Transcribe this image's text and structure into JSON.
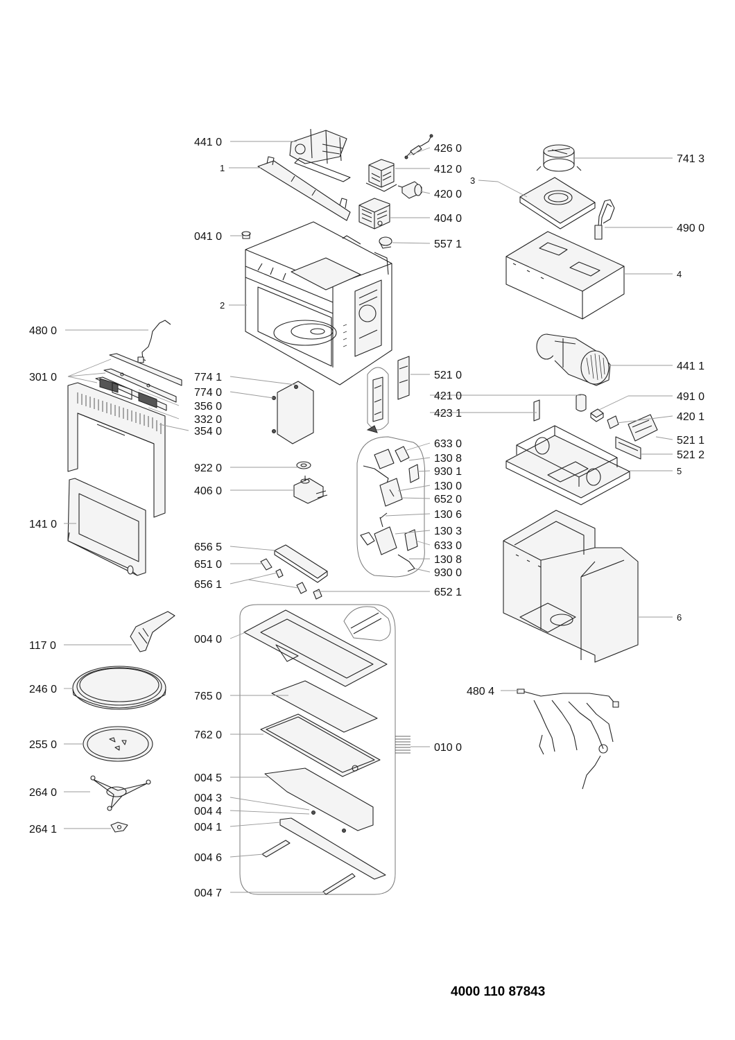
{
  "document_reference": "4000 110 87843",
  "leaders_side": {
    "left": "left",
    "right": "right"
  },
  "callouts": [
    {
      "id": "441-0",
      "text": "441 0",
      "side": "left"
    },
    {
      "id": "1",
      "text": "1",
      "side": "left",
      "small": true
    },
    {
      "id": "426-0",
      "text": "426 0",
      "side": "right"
    },
    {
      "id": "412-0",
      "text": "412 0",
      "side": "right"
    },
    {
      "id": "420-0",
      "text": "420 0",
      "side": "right"
    },
    {
      "id": "404-0",
      "text": "404 0",
      "side": "right"
    },
    {
      "id": "041-0",
      "text": "041 0",
      "side": "left"
    },
    {
      "id": "557-1",
      "text": "557 1",
      "side": "right"
    },
    {
      "id": "2",
      "text": "2",
      "side": "left",
      "small": true
    },
    {
      "id": "741-3",
      "text": "741 3",
      "side": "right"
    },
    {
      "id": "3",
      "text": "3",
      "side": "left",
      "small": true
    },
    {
      "id": "490-0",
      "text": "490 0",
      "side": "right"
    },
    {
      "id": "4",
      "text": "4",
      "side": "right",
      "small": true
    },
    {
      "id": "480-0",
      "text": "480 0",
      "side": "left"
    },
    {
      "id": "301-0",
      "text": "301 0",
      "side": "left"
    },
    {
      "id": "774-1",
      "text": "774 1",
      "side": "left"
    },
    {
      "id": "774-0",
      "text": "774 0",
      "side": "left"
    },
    {
      "id": "356-0",
      "text": "356 0",
      "side": "right"
    },
    {
      "id": "332-0",
      "text": "332 0",
      "side": "right"
    },
    {
      "id": "354-0",
      "text": "354 0",
      "side": "right"
    },
    {
      "id": "521-0",
      "text": "521 0",
      "side": "right"
    },
    {
      "id": "441-1",
      "text": "441 1",
      "side": "right"
    },
    {
      "id": "421-0",
      "text": "421 0",
      "side": "right"
    },
    {
      "id": "491-0",
      "text": "491 0",
      "side": "right"
    },
    {
      "id": "423-1",
      "text": "423 1",
      "side": "right"
    },
    {
      "id": "420-1",
      "text": "420 1",
      "side": "right"
    },
    {
      "id": "521-1",
      "text": "521 1",
      "side": "right"
    },
    {
      "id": "521-2",
      "text": "521 2",
      "side": "right"
    },
    {
      "id": "5",
      "text": "5",
      "side": "right",
      "small": true
    },
    {
      "id": "633-0a",
      "text": "633 0",
      "side": "right"
    },
    {
      "id": "130-8a",
      "text": "130 8",
      "side": "right"
    },
    {
      "id": "930-1",
      "text": "930 1",
      "side": "right"
    },
    {
      "id": "130-0",
      "text": "130 0",
      "side": "right"
    },
    {
      "id": "652-0",
      "text": "652 0",
      "side": "right"
    },
    {
      "id": "130-6",
      "text": "130 6",
      "side": "right"
    },
    {
      "id": "130-3",
      "text": "130 3",
      "side": "right"
    },
    {
      "id": "633-0b",
      "text": "633 0",
      "side": "right"
    },
    {
      "id": "130-8b",
      "text": "130 8",
      "side": "right"
    },
    {
      "id": "930-0",
      "text": "930 0",
      "side": "right"
    },
    {
      "id": "922-0",
      "text": "922 0",
      "side": "left"
    },
    {
      "id": "406-0",
      "text": "406 0",
      "side": "left"
    },
    {
      "id": "141-0",
      "text": "141 0",
      "side": "left"
    },
    {
      "id": "656-5",
      "text": "656 5",
      "side": "left"
    },
    {
      "id": "651-0",
      "text": "651 0",
      "side": "left"
    },
    {
      "id": "656-1",
      "text": "656 1",
      "side": "left"
    },
    {
      "id": "652-1",
      "text": "652 1",
      "side": "right"
    },
    {
      "id": "6",
      "text": "6",
      "side": "right",
      "small": true
    },
    {
      "id": "117-0",
      "text": "117 0",
      "side": "left"
    },
    {
      "id": "004-0",
      "text": "004 0",
      "side": "left"
    },
    {
      "id": "246-0",
      "text": "246 0",
      "side": "left"
    },
    {
      "id": "480-4",
      "text": "480 4",
      "side": "left"
    },
    {
      "id": "765-0",
      "text": "765 0",
      "side": "left"
    },
    {
      "id": "762-0",
      "text": "762 0",
      "side": "left"
    },
    {
      "id": "010-0",
      "text": "010 0",
      "side": "right"
    },
    {
      "id": "255-0",
      "text": "255 0",
      "side": "left"
    },
    {
      "id": "004-5",
      "text": "004 5",
      "side": "left"
    },
    {
      "id": "264-0",
      "text": "264 0",
      "side": "left"
    },
    {
      "id": "004-3",
      "text": "004 3",
      "side": "left"
    },
    {
      "id": "004-4",
      "text": "004 4",
      "side": "left"
    },
    {
      "id": "004-1",
      "text": "004 1",
      "side": "left"
    },
    {
      "id": "264-1",
      "text": "264 1",
      "side": "left"
    },
    {
      "id": "004-6",
      "text": "004 6",
      "side": "left"
    },
    {
      "id": "004-7",
      "text": "004 7",
      "side": "left"
    }
  ]
}
